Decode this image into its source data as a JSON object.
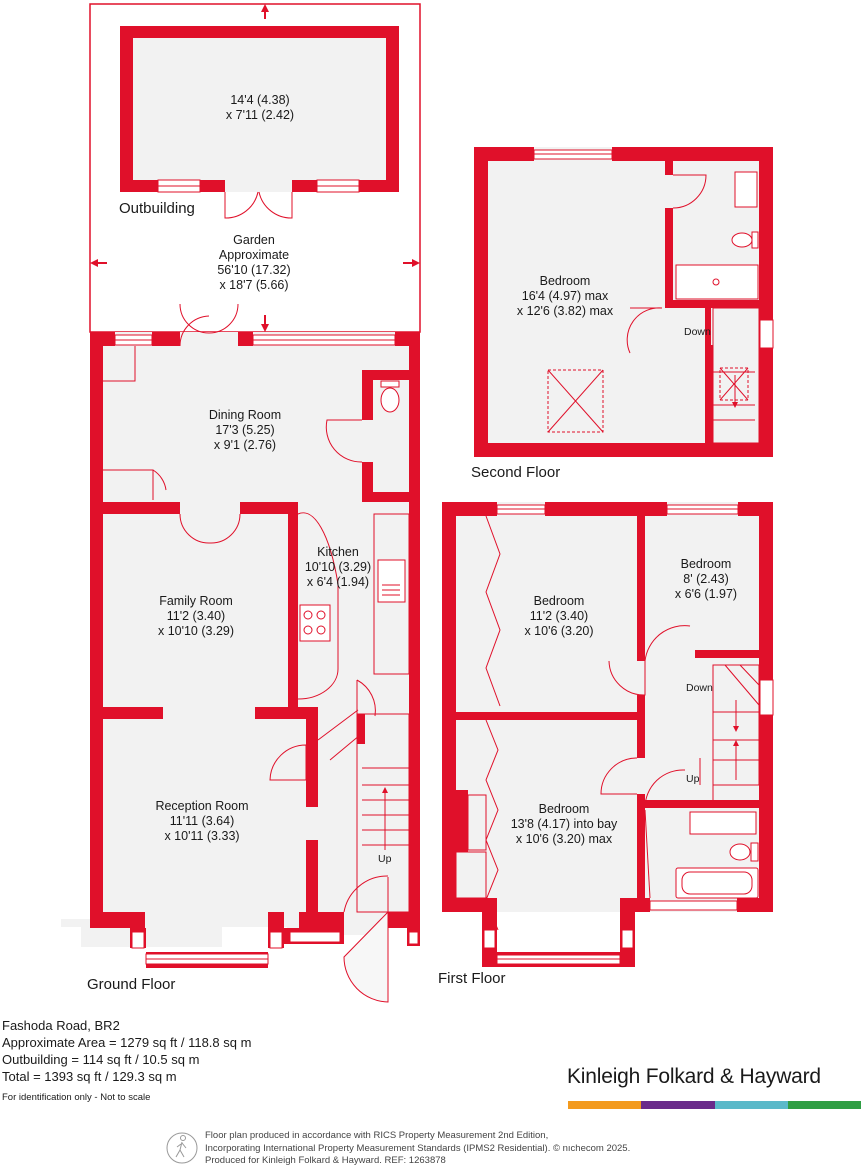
{
  "floors": {
    "ground": "Ground Floor",
    "first": "First Floor",
    "second": "Second Floor",
    "outbuilding": "Outbuilding"
  },
  "rooms": {
    "outbuilding": [
      "14'4 (4.38)",
      "x 7'11 (2.42)"
    ],
    "garden": [
      "Garden",
      "Approximate",
      "56'10 (17.32)",
      "x 18'7 (5.66)"
    ],
    "dining": [
      "Dining Room",
      "17'3 (5.25)",
      "x 9'1 (2.76)"
    ],
    "kitchen": [
      "Kitchen",
      "10'10 (3.29)",
      "x 6'4 (1.94)"
    ],
    "family": [
      "Family Room",
      "11'2 (3.40)",
      "x 10'10 (3.29)"
    ],
    "reception": [
      "Reception Room",
      "11'11 (3.64)",
      "x 10'11 (3.33)"
    ],
    "second_bedroom": [
      "Bedroom",
      "16'4 (4.97) max",
      "x 12'6 (3.82) max"
    ],
    "first_bedroom_a": [
      "Bedroom",
      "11'2 (3.40)",
      "x 10'6 (3.20)"
    ],
    "first_bedroom_b": [
      "Bedroom",
      "8' (2.43)",
      "x 6'6 (1.97)"
    ],
    "first_bedroom_c": [
      "Bedroom",
      "13'8 (4.17) into bay",
      "x 10'6 (3.20) max"
    ]
  },
  "stairs": {
    "ground_up": "Up",
    "first_down": "Down",
    "first_up": "Up",
    "second_down": "Down"
  },
  "info": {
    "address": "Fashoda Road, BR2",
    "approx_area": "Approximate Area = 1279 sq ft / 118.8 sq m",
    "outbuilding_area": "Outbuilding = 114 sq ft / 10.5 sq m",
    "total": "Total = 1393 sq ft / 129.3 sq m",
    "disclaimer": "For identification only - Not to scale"
  },
  "brand": {
    "name": "Kinleigh Folkard & Hayward",
    "bar_colors": [
      "#f39a1e",
      "#6a2a8a",
      "#5ab9c9",
      "#2f9e44"
    ]
  },
  "legal": {
    "line1": "Floor plan produced in accordance with RICS Property Measurement 2nd Edition,",
    "line2": "Incorporating International Property Measurement Standards (IPMS2 Residential).  © nıchecom 2025.",
    "line3": "Produced for Kinleigh Folkard & Hayward.   REF: 1263878"
  },
  "colors": {
    "wall": "#e0102a",
    "floor": "#f2f2f2"
  }
}
